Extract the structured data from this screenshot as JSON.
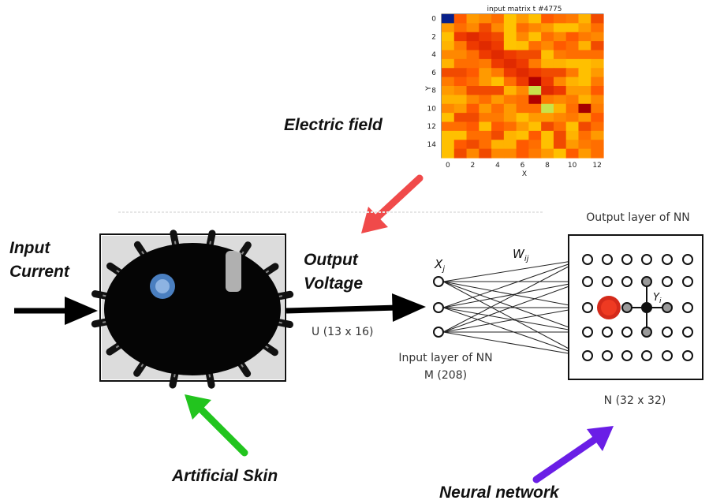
{
  "labels": {
    "input_current_line1": "Input",
    "input_current_line2": "Current",
    "output_voltage_line1": "Output",
    "output_voltage_line2": "Voltage",
    "electric_field": "Electric field",
    "artificial_skin": "Artificial Skin",
    "neural_network": "Neural network",
    "u_dims": "U (13 x 16)",
    "input_layer_line1": "Input layer of NN",
    "input_layer_line2": "M (208)",
    "output_layer": "Output layer of NN",
    "n_dims": "N (32 x 32)",
    "xj": "X",
    "xj_sub": "j",
    "wij": "W",
    "wij_sub": "ij",
    "yi": "Y",
    "yi_sub": "i"
  },
  "heatmap": {
    "title": "input matrix t  #4775",
    "xlabel": "X",
    "ylabel": "Y",
    "xticks": [
      "0",
      "2",
      "4",
      "6",
      "8",
      "10",
      "12"
    ],
    "yticks": [
      "0",
      "2",
      "4",
      "6",
      "8",
      "10",
      "12",
      "14"
    ]
  },
  "colors": {
    "electric_field_arrow": "#f04a4a",
    "artificial_skin_arrow": "#22c41e",
    "neural_network_arrow": "#6a1ee6",
    "contact_point": "#4a7fc0",
    "winner_neuron": "#d42a1a"
  }
}
